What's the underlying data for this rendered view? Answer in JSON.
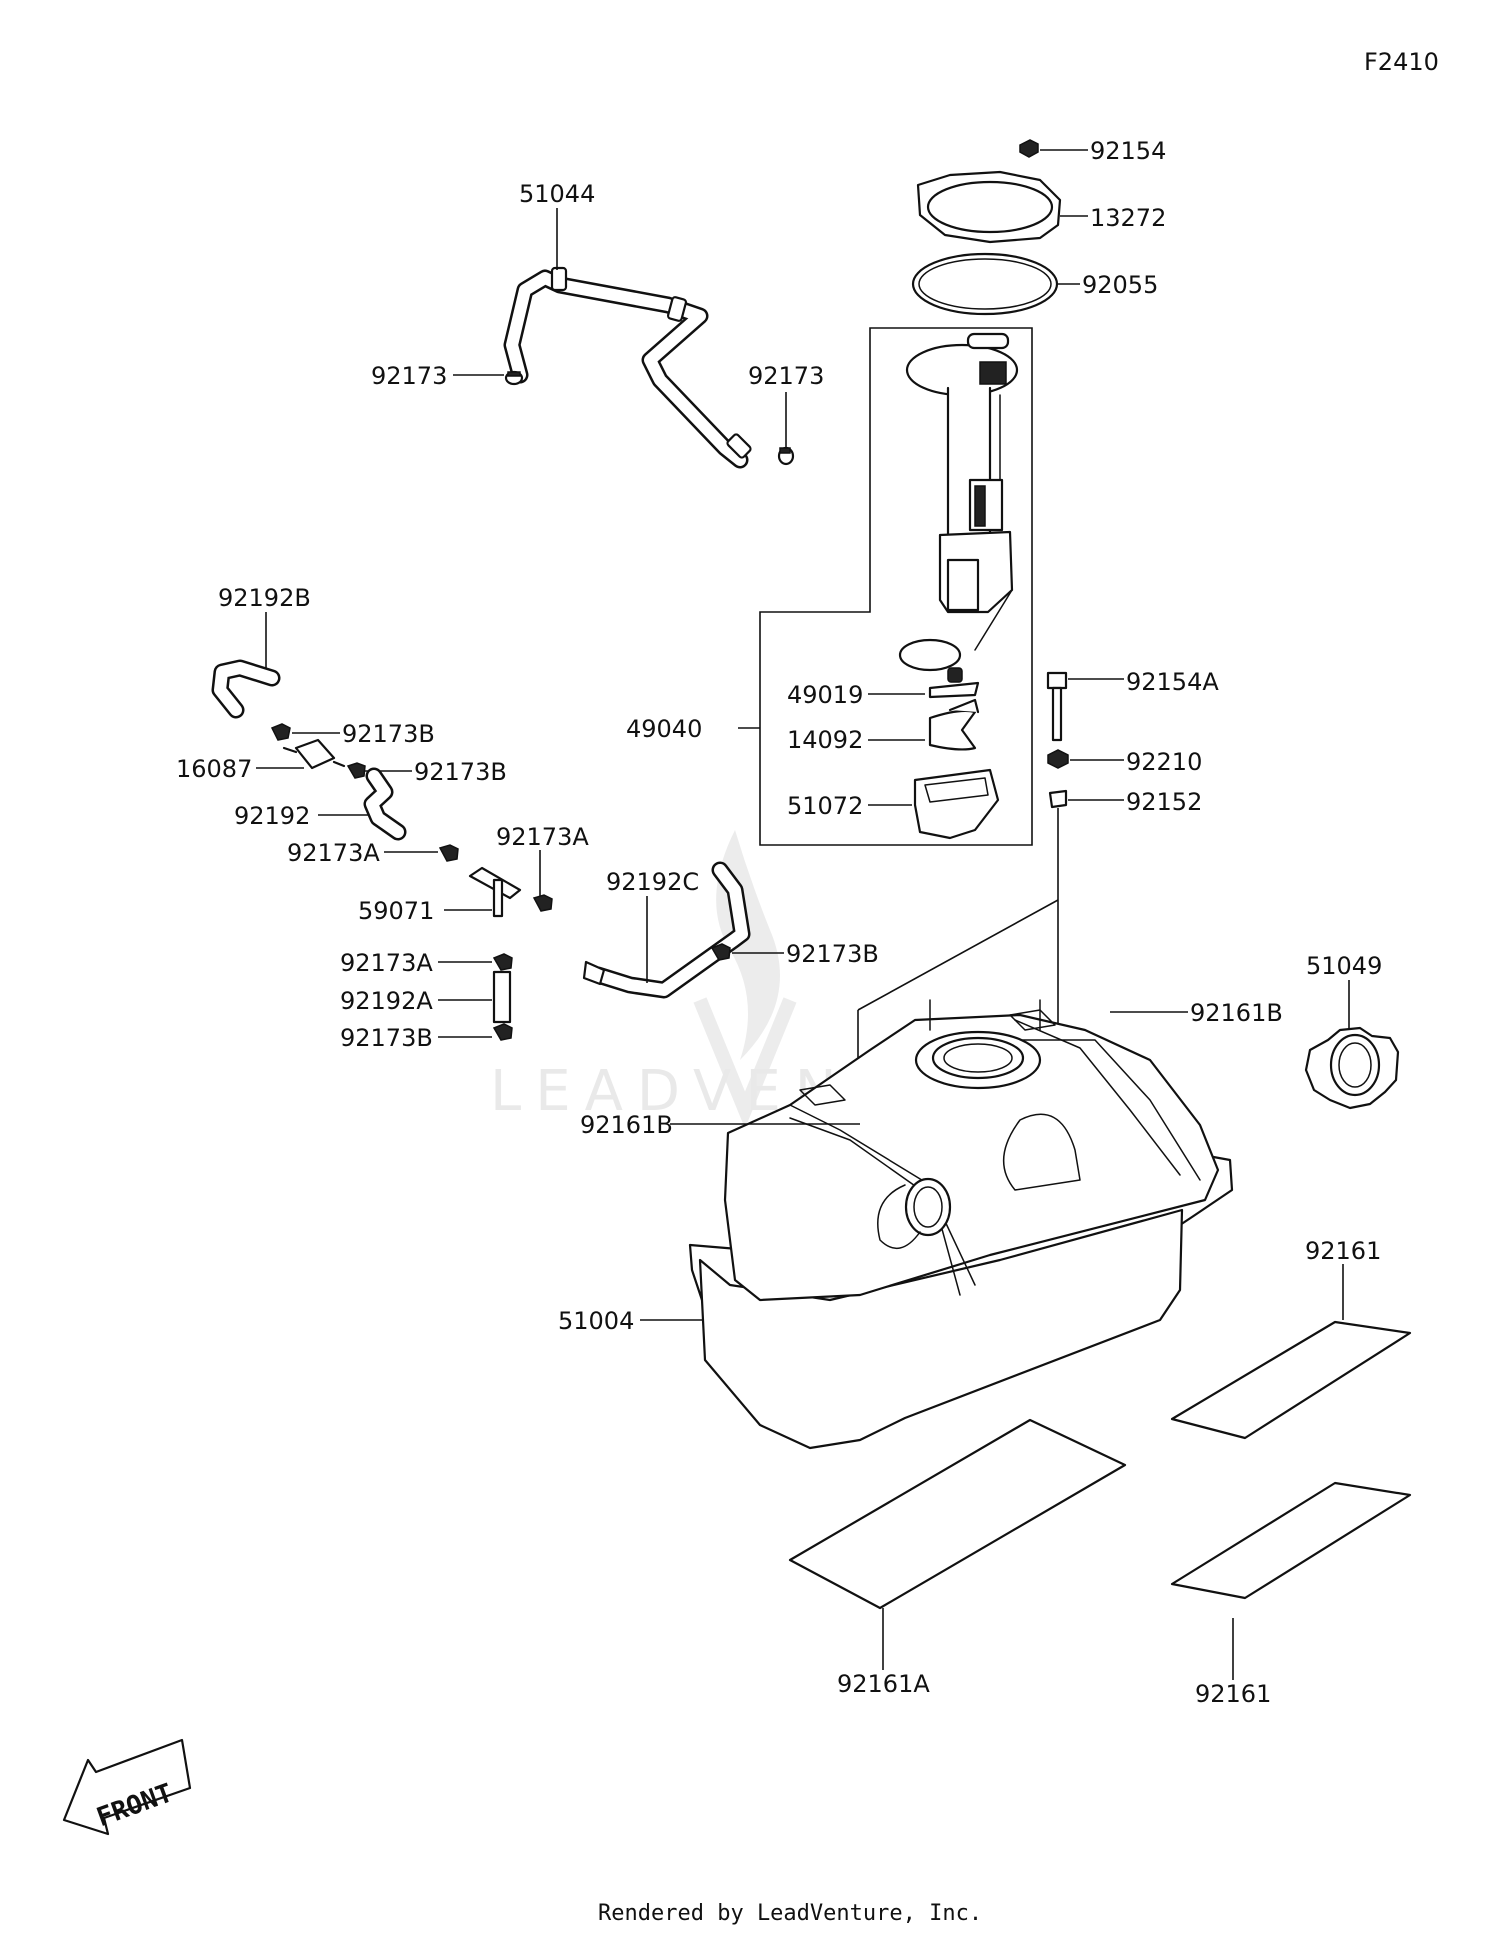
{
  "figure_code": "F2410",
  "footer": "Rendered by LeadVenture, Inc.",
  "watermark": "LEADVENTURE",
  "front_badge": "FRONT",
  "labels": {
    "p92154": "92154",
    "p13272": "13272",
    "p92055": "92055",
    "p51044": "51044",
    "p92173_left": "92173",
    "p92173_right": "92173",
    "p92192B": "92192B",
    "p92173B_1": "92173B",
    "p16087": "16087",
    "p92173B_2": "92173B",
    "p92192": "92192",
    "p92173A_1": "92173A",
    "p92173A_2": "92173A",
    "p59071": "59071",
    "p92192C": "92192C",
    "p92173A_3": "92173A",
    "p92192A": "92192A",
    "p92173B_3": "92173B",
    "p92173B_4": "92173B",
    "p49040": "49040",
    "p49019": "49019",
    "p14092": "14092",
    "p51072": "51072",
    "p92154A": "92154A",
    "p92210": "92210",
    "p92152": "92152",
    "p51049": "51049",
    "p92161B_right": "92161B",
    "p92161B_left": "92161B",
    "p51004": "51004",
    "p92161_top": "92161",
    "p92161A": "92161A",
    "p92161_bottom": "92161"
  }
}
